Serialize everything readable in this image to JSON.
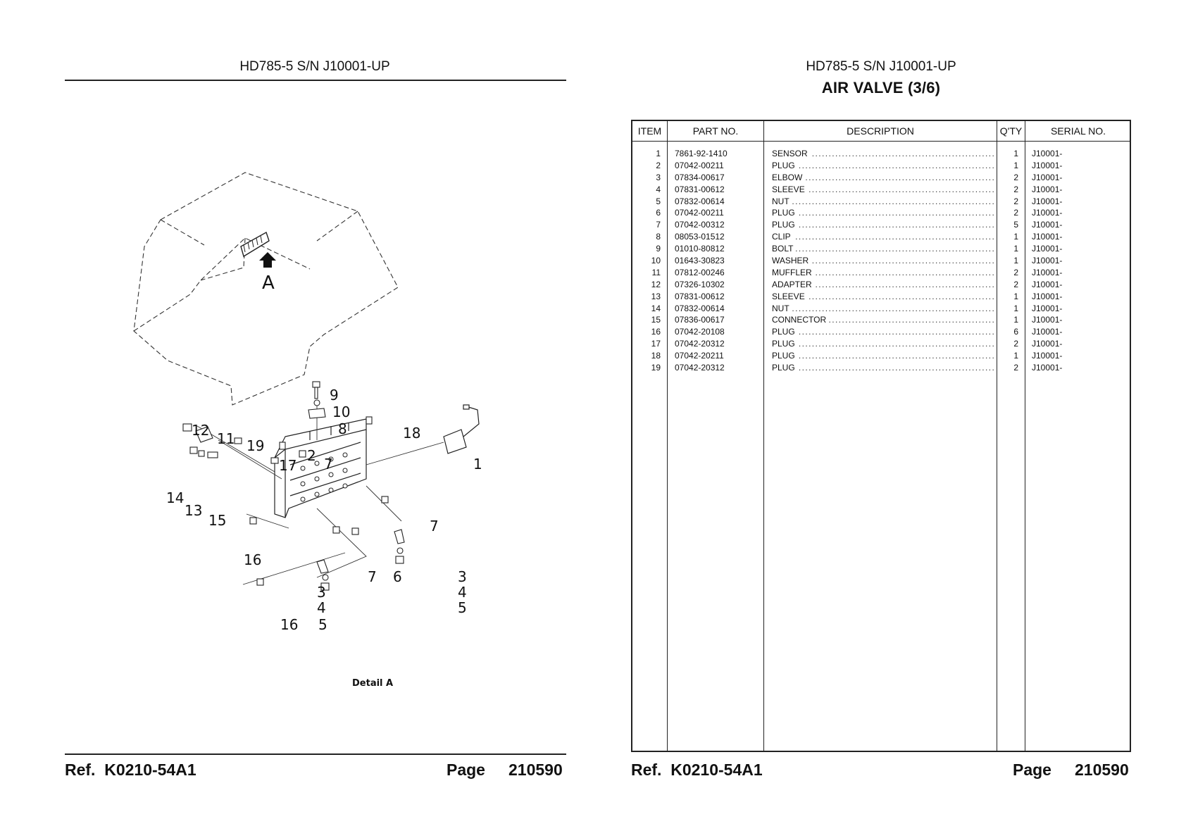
{
  "left_page": {
    "header": "HD785-5 S/N J10001-UP",
    "diagram": {
      "detail_label": "A",
      "caption": "Detail A",
      "callouts": [
        "9",
        "10",
        "8",
        "18",
        "12",
        "11",
        "19",
        "2",
        "17",
        "7",
        "1",
        "14",
        "13",
        "15",
        "7",
        "16",
        "3",
        "7",
        "6",
        "3",
        "4",
        "5",
        "4",
        "16",
        "5"
      ]
    },
    "footer": {
      "ref": "Ref.  K0210-54A1",
      "page_label": "Page",
      "page_no": "210590"
    }
  },
  "right_page": {
    "header": "HD785-5 S/N J10001-UP",
    "title": "AIR VALVE (3/6)",
    "table": {
      "columns": [
        "ITEM",
        "PART NO.",
        "DESCRIPTION",
        "Q'TY",
        "SERIAL NO."
      ],
      "rows": [
        {
          "item": "1",
          "part": "7861-92-1410",
          "desc": "SENSOR",
          "qty": "1",
          "serial": "J10001-"
        },
        {
          "item": "2",
          "part": "07042-00211",
          "desc": "PLUG",
          "qty": "1",
          "serial": "J10001-"
        },
        {
          "item": "3",
          "part": "07834-00617",
          "desc": "ELBOW",
          "qty": "2",
          "serial": "J10001-"
        },
        {
          "item": "4",
          "part": "07831-00612",
          "desc": "SLEEVE",
          "qty": "2",
          "serial": "J10001-"
        },
        {
          "item": "5",
          "part": "07832-00614",
          "desc": "NUT",
          "qty": "2",
          "serial": "J10001-"
        },
        {
          "item": "6",
          "part": "07042-00211",
          "desc": "PLUG",
          "qty": "2",
          "serial": "J10001-"
        },
        {
          "item": "7",
          "part": "07042-00312",
          "desc": "PLUG",
          "qty": "5",
          "serial": "J10001-"
        },
        {
          "item": "8",
          "part": "08053-01512",
          "desc": "CLIP",
          "qty": "1",
          "serial": "J10001-"
        },
        {
          "item": "9",
          "part": "01010-80812",
          "desc": "BOLT",
          "qty": "1",
          "serial": "J10001-"
        },
        {
          "item": "10",
          "part": "01643-30823",
          "desc": "WASHER",
          "qty": "1",
          "serial": "J10001-"
        },
        {
          "item": "11",
          "part": "07812-00246",
          "desc": "MUFFLER",
          "qty": "2",
          "serial": "J10001-"
        },
        {
          "item": "12",
          "part": "07326-10302",
          "desc": "ADAPTER",
          "qty": "2",
          "serial": "J10001-"
        },
        {
          "item": "13",
          "part": "07831-00612",
          "desc": "SLEEVE",
          "qty": "1",
          "serial": "J10001-"
        },
        {
          "item": "14",
          "part": "07832-00614",
          "desc": "NUT",
          "qty": "1",
          "serial": "J10001-"
        },
        {
          "item": "15",
          "part": "07836-00617",
          "desc": "CONNECTOR",
          "qty": "1",
          "serial": "J10001-"
        },
        {
          "item": "16",
          "part": "07042-20108",
          "desc": "PLUG",
          "qty": "6",
          "serial": "J10001-"
        },
        {
          "item": "17",
          "part": "07042-20312",
          "desc": "PLUG",
          "qty": "2",
          "serial": "J10001-"
        },
        {
          "item": "18",
          "part": "07042-20211",
          "desc": "PLUG",
          "qty": "1",
          "serial": "J10001-"
        },
        {
          "item": "19",
          "part": "07042-20312",
          "desc": "PLUG",
          "qty": "2",
          "serial": "J10001-"
        }
      ]
    },
    "footer": {
      "ref": "Ref.  K0210-54A1",
      "page_label": "Page",
      "page_no": "210590"
    }
  }
}
